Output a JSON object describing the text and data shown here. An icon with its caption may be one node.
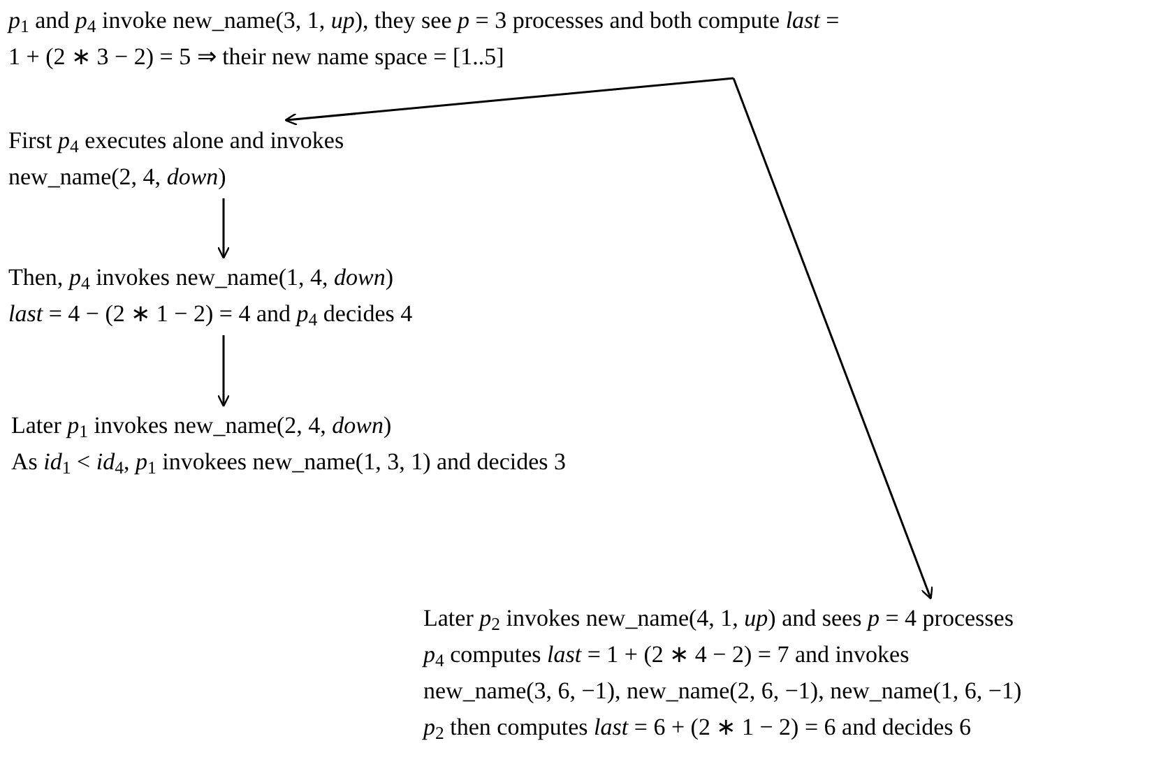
{
  "diagram": {
    "nodes": [
      {
        "text": [
          "*p*$_{1}$ and *p*$_{4}$ invoke new_name(3, 1, *up*), they see *p* = 3 processes and both compute *last* = 1 + (2 ∗ 3 − 2) = 5 ⇒ their new name space = [1..5]"
        ]
      },
      {
        "text": [
          "First *p*$_{4}$ executes alone and invokes new_name(2, 4, *down*)"
        ]
      },
      {
        "text": [
          "Then, *p*$_{4}$ invokes new_name(1, 4, *down*)",
          "*last* = 4 − (2 ∗ 1 − 2) = 4 and *p*$_{4}$ decides 4"
        ]
      },
      {
        "text": [
          "Later *p*$_{1}$ invokes new_name(2, 4, *down*)",
          "As *id*$_{1}$ < *id*$_{4}$, *p*$_{1}$ invokees new_name(1, 3, 1) and decides 3"
        ]
      },
      {
        "text": [
          "Later *p*$_{2}$ invokes new_name(4, 1, *up*) and sees *p* = 4 processes",
          "*p*$_{4}$ computes *last* = 1 + (2 ∗ 4 − 2) = 7 and invokes",
          "new_name(3, 6, −1), new_name(2, 6, −1), new_name(1, 6, −1)",
          "*p*$_{2}$ then computes *last* = 6 + (2 ∗ 1 − 2) = 6 and decides 6"
        ]
      }
    ],
    "edges": [
      {
        "from": 0,
        "to": 1,
        "arrow": "to"
      },
      {
        "from": 0,
        "to": 4,
        "arrow": "to"
      },
      {
        "from": 1,
        "to": 2,
        "arrow": "to"
      },
      {
        "from": 2,
        "to": 3,
        "arrow": "to"
      }
    ]
  }
}
